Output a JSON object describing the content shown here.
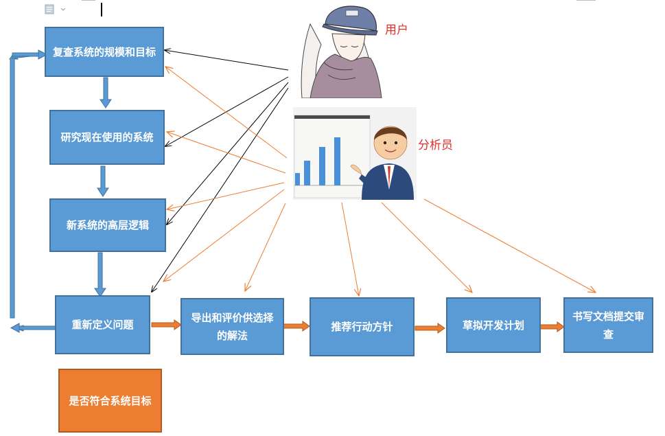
{
  "actors": {
    "user": "用户",
    "analyst": "分析员"
  },
  "steps": {
    "review": "复查系统的规模和目标",
    "study": "研究现在使用的系统",
    "logic": "新系统的高层逻辑",
    "redefine": "重新定义问题",
    "derive": "导出和评价供选择的解法",
    "recommend": "推荐行动方针",
    "plan": "草拟开发计划",
    "document": "书写文档提交审查"
  },
  "decision": "是否符合系统目标",
  "colors": {
    "box_fill": "#5B9BD5",
    "box_border": "#41719C",
    "decision_fill": "#ED7D31",
    "actor_label": "#E0312A",
    "orange_arrow": "#ED7D31",
    "black_arrow": "#000000"
  },
  "icons": [
    "document-icon",
    "user-illustration",
    "analyst-illustration"
  ]
}
